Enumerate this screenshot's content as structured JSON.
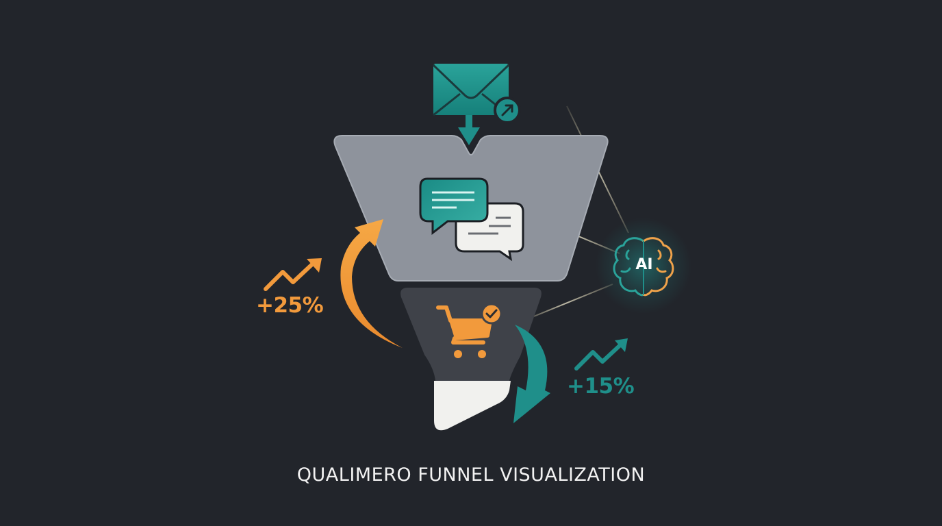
{
  "title": "QUALIMERO FUNNEL VISUALIZATION",
  "stages": [
    {
      "name": "email",
      "icon": "envelope-outbound-icon",
      "position": "input"
    },
    {
      "name": "engagement",
      "icon": "chat-bubbles-icon",
      "position": "top-funnel"
    },
    {
      "name": "purchase",
      "icon": "cart-check-icon",
      "position": "middle-funnel"
    },
    {
      "name": "outcome",
      "icon": "",
      "position": "bottom-funnel"
    }
  ],
  "metrics": {
    "left": {
      "label": "+25%",
      "color": "#f29a3c",
      "icon": "trend-up-icon"
    },
    "right": {
      "label": "+15%",
      "color": "#1f8f8a",
      "icon": "trend-up-icon"
    }
  },
  "ai_node": {
    "label": "AI",
    "icon": "brain-icon",
    "left_color": "#2aa39a",
    "right_color": "#f0a24a"
  },
  "colors": {
    "background": "#22252b",
    "teal": "#1f8f8a",
    "orange": "#f29a3c",
    "funnel_top": "#8e939c",
    "funnel_mid": "#3f4249",
    "funnel_bottom": "#f1f1ee"
  }
}
